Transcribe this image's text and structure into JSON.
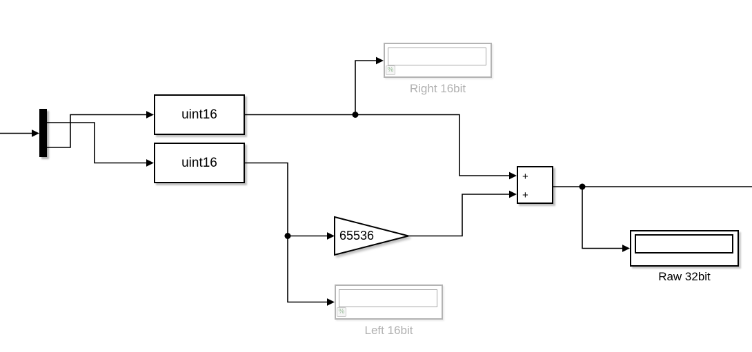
{
  "diagram": {
    "kind": "simulink-block-diagram",
    "background": "#ffffff",
    "line_color": "#000000"
  },
  "blocks": {
    "demux": {
      "type": "demux-bar"
    },
    "convert1": {
      "label": "uint16"
    },
    "convert2": {
      "label": "uint16"
    },
    "gain": {
      "label": "65536"
    },
    "sum": {
      "plus_top": "+",
      "plus_bottom": "+"
    },
    "display_right": {
      "label": "Right 16bit",
      "badge": "%",
      "value": ""
    },
    "display_left": {
      "label": "Left 16bit",
      "badge": "%",
      "value": ""
    },
    "display_raw": {
      "label": "Raw 32bit",
      "value": ""
    }
  },
  "colors": {
    "block_border": "#000000",
    "inactive_display_border": "#b3b3b3",
    "inactive_label_text": "#b0b0b0",
    "badge_percent_green": "#9cbd9c",
    "badge_border": "#cccccc",
    "shadow": "rgba(0,0,0,0.25)"
  }
}
